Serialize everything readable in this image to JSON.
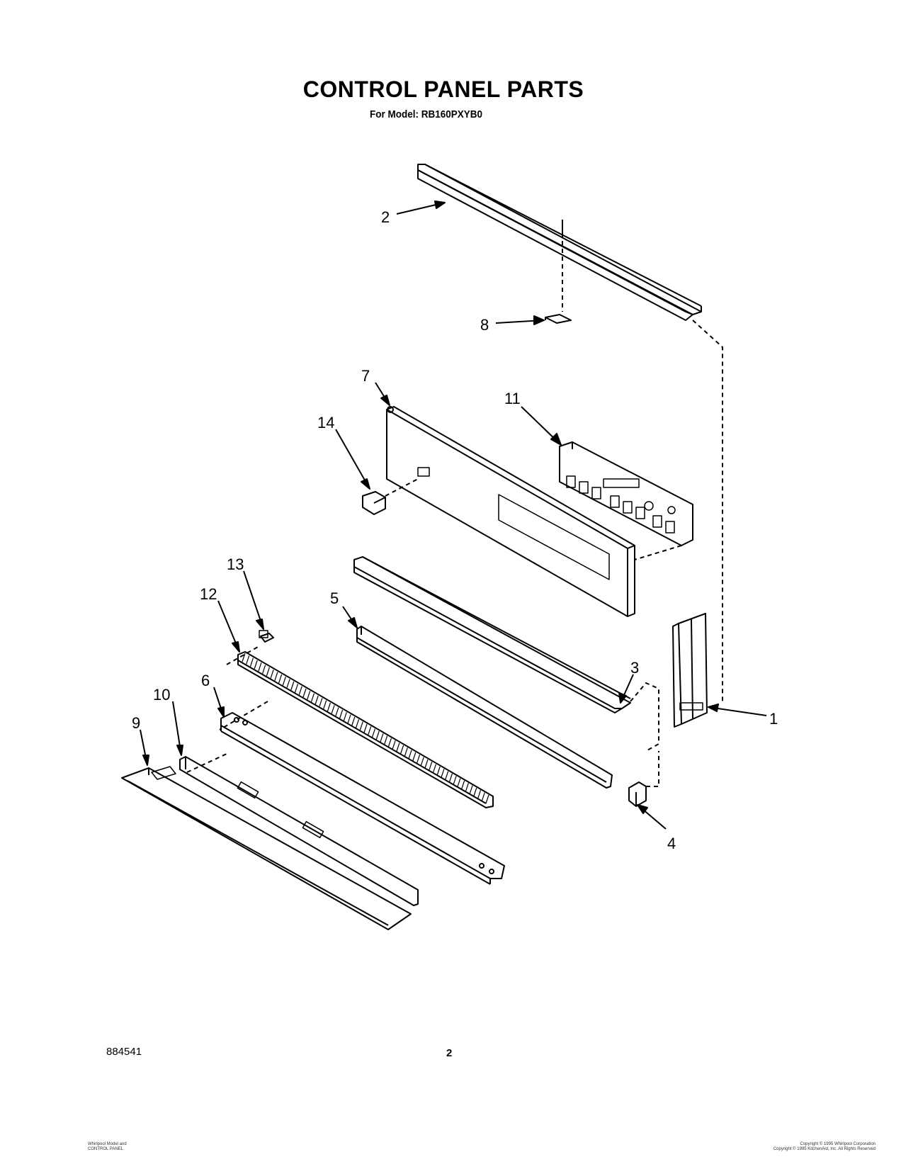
{
  "header": {
    "title": "CONTROL PANEL PARTS",
    "subtitle": "For Model: RB160PXYB0"
  },
  "callouts": [
    "1",
    "2",
    "3",
    "4",
    "5",
    "6",
    "7",
    "8",
    "9",
    "10",
    "11",
    "12",
    "13",
    "14"
  ],
  "footer": {
    "doc_number": "884541",
    "page_number": "2",
    "left_note_1": "Whirlpool Model and",
    "left_note_2": "CONTROL PANEL",
    "right_note_1": "Copyright © 1995 Whirlpool Corporation",
    "right_note_2": "Copyright © 1995 KitchenAid, Inc. All Rights Reserved"
  }
}
